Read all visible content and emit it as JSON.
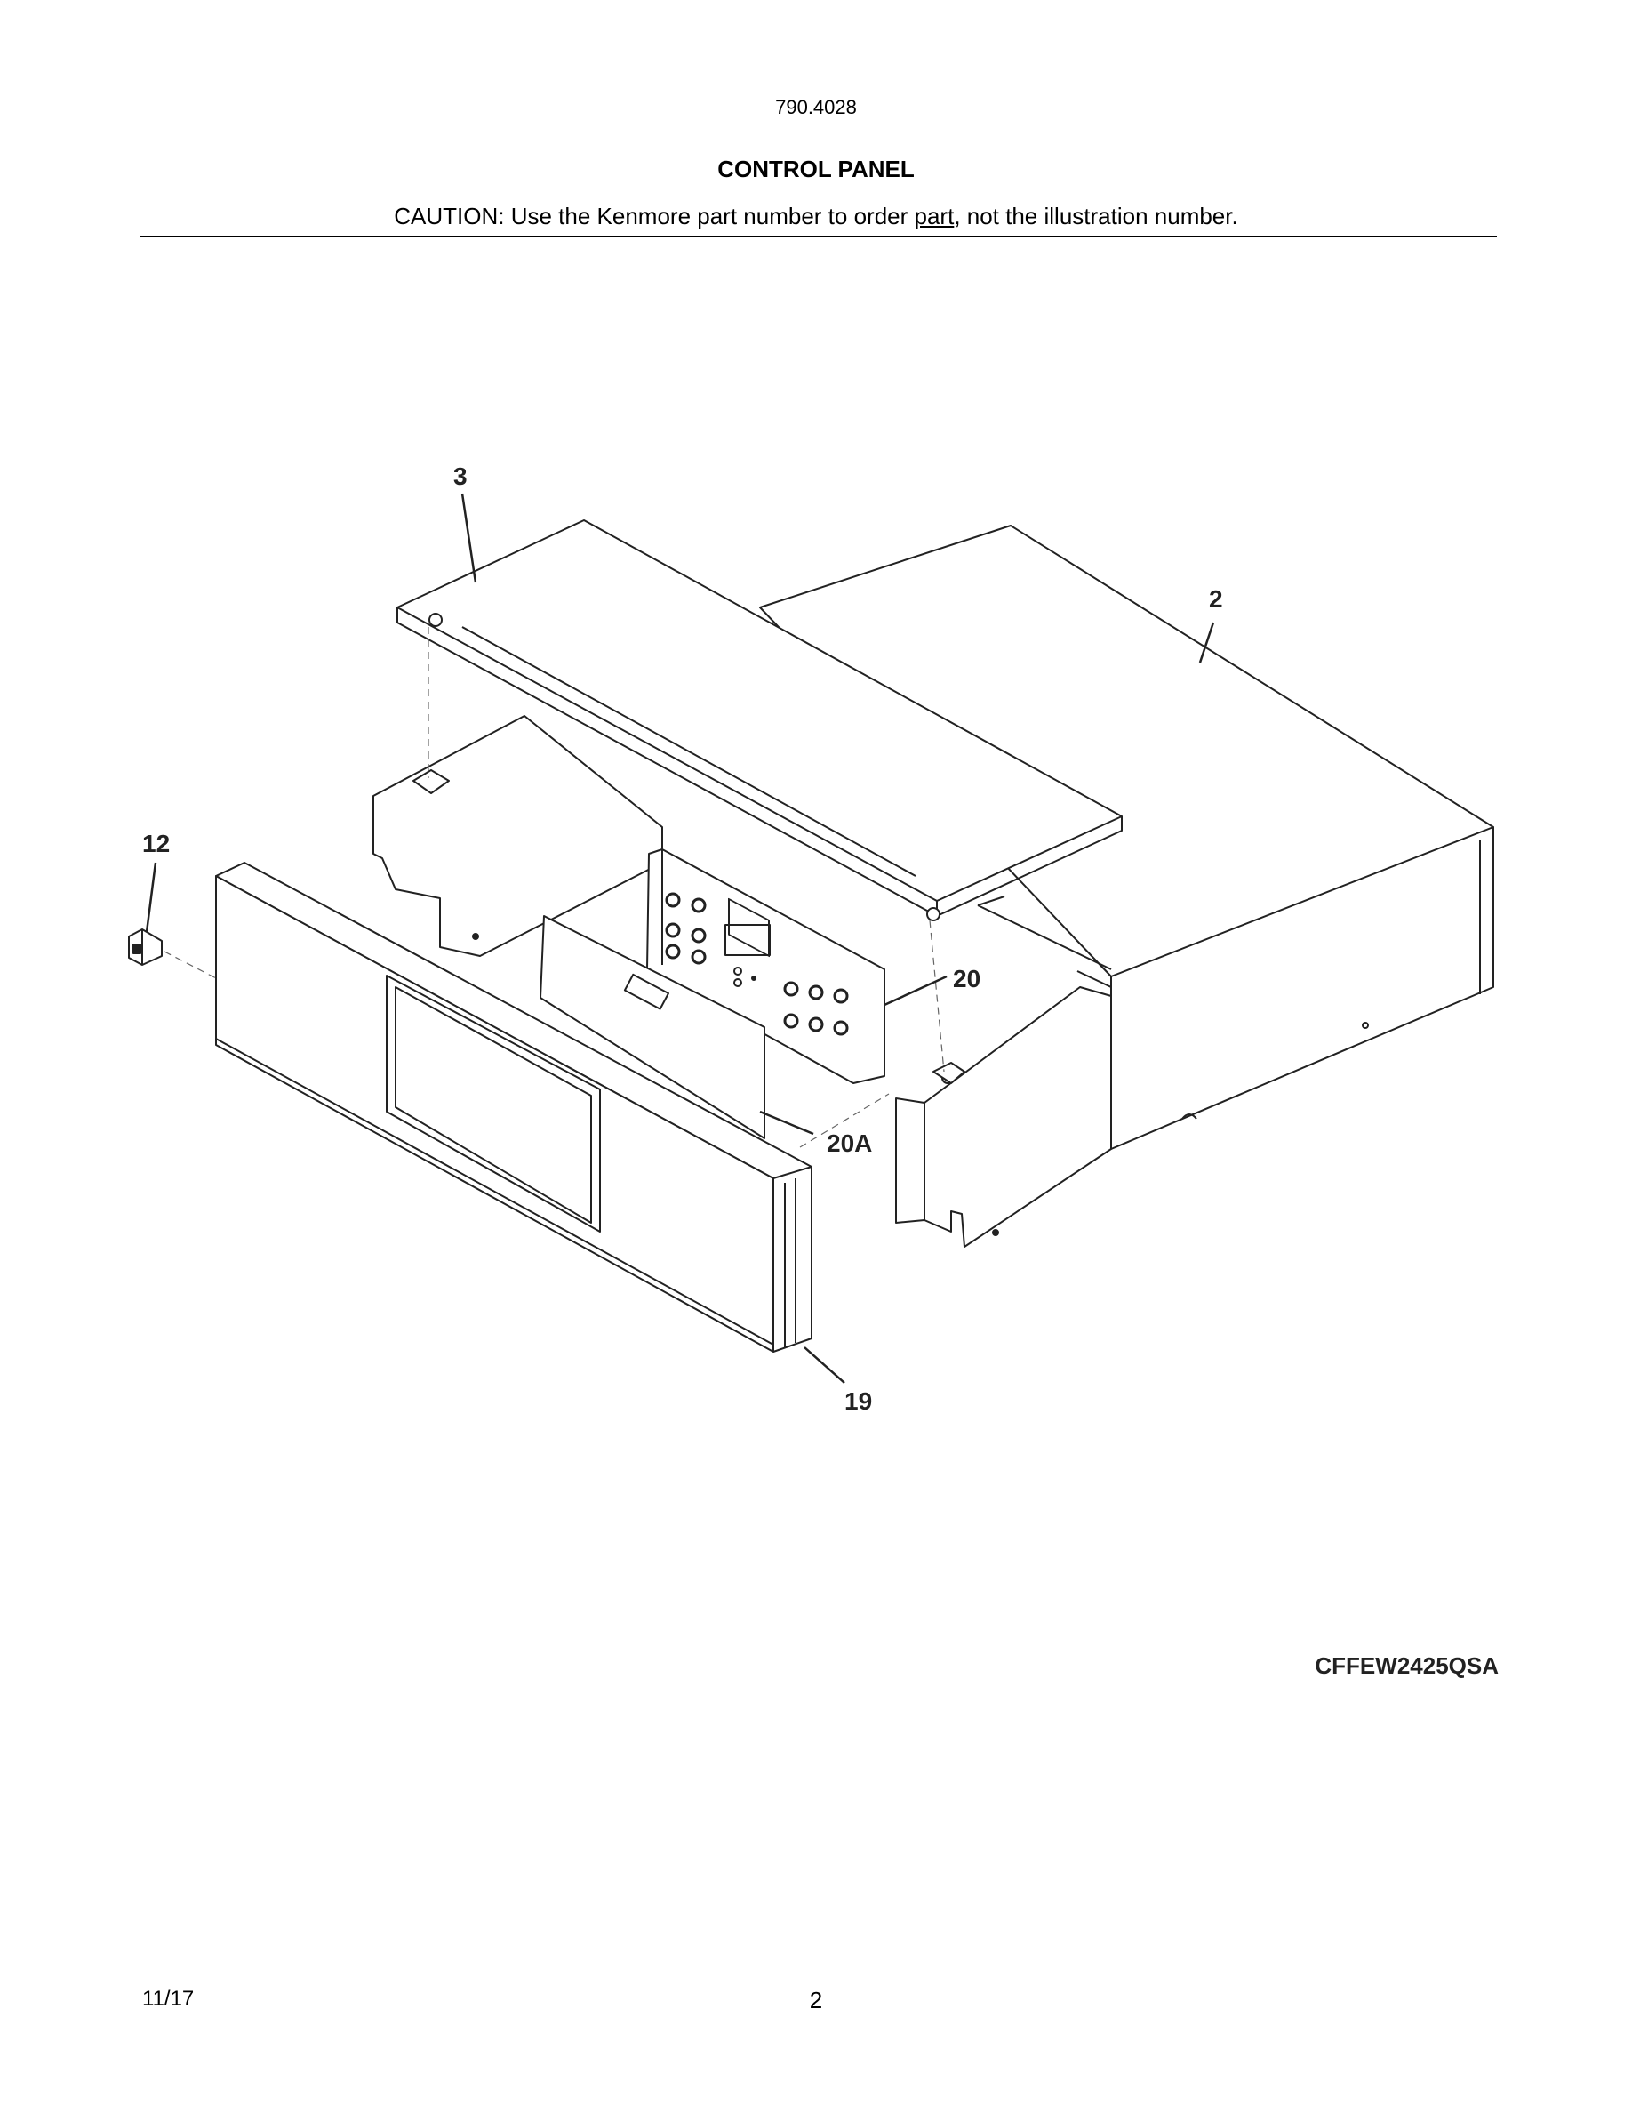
{
  "header": {
    "model_number": "790.4028",
    "title": "CONTROL PANEL",
    "caution_prefix": "CAUTION: Use the Kenmore part number to order ",
    "caution_link": "part",
    "caution_suffix": ", not the illustration number."
  },
  "callouts": {
    "c3": "3",
    "c2": "2",
    "c12": "12",
    "c20": "20",
    "c20a": "20A",
    "c19": "19"
  },
  "model_code": "CFFEW2425QSA",
  "footer": {
    "date": "11/17",
    "page": "2"
  }
}
